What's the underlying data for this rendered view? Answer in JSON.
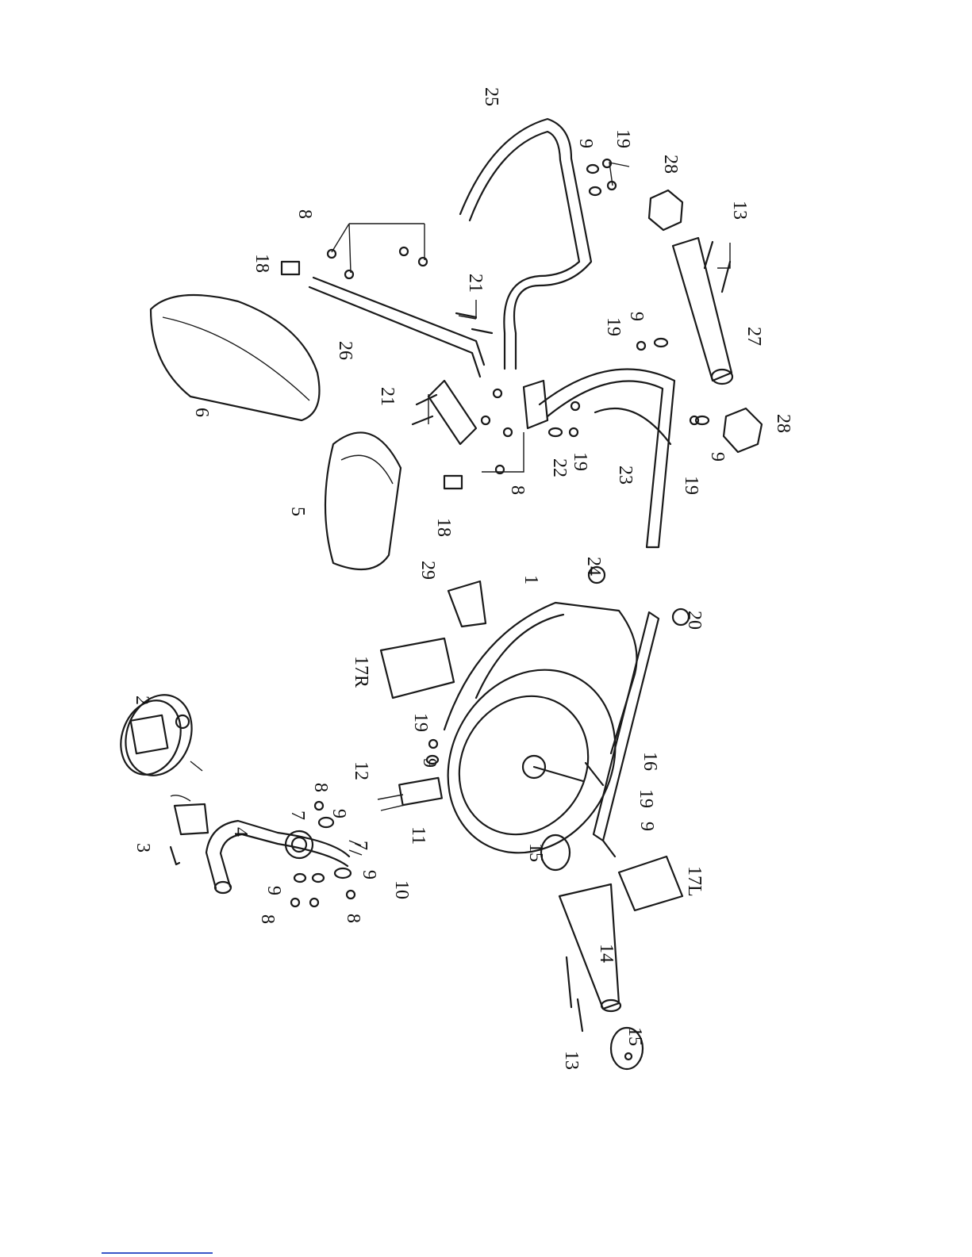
{
  "diagram": {
    "parts": [
      {
        "id": "1"
      },
      {
        "id": "2"
      },
      {
        "id": "3"
      },
      {
        "id": "4"
      },
      {
        "id": "5"
      },
      {
        "id": "6"
      },
      {
        "id": "7"
      },
      {
        "id": "8"
      },
      {
        "id": "9"
      },
      {
        "id": "10"
      },
      {
        "id": "11"
      },
      {
        "id": "12"
      },
      {
        "id": "13"
      },
      {
        "id": "14"
      },
      {
        "id": "15"
      },
      {
        "id": "16"
      },
      {
        "id": "17L"
      },
      {
        "id": "17R"
      },
      {
        "id": "18"
      },
      {
        "id": "19"
      },
      {
        "id": "20"
      },
      {
        "id": "21"
      },
      {
        "id": "22"
      },
      {
        "id": "23"
      },
      {
        "id": "24"
      },
      {
        "id": "25"
      },
      {
        "id": "26"
      },
      {
        "id": "27"
      },
      {
        "id": "28"
      },
      {
        "id": "29"
      }
    ]
  }
}
